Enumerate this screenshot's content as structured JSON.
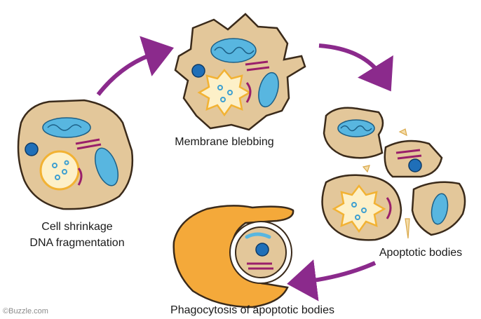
{
  "labels": {
    "cell_shrinkage": "Cell shrinkage",
    "dna_fragmentation": "DNA fragmentation",
    "membrane_blebbing": "Membrane blebbing",
    "apoptotic_bodies": "Apoptotic bodies",
    "phagocytosis": "Phagocytosis of apoptotic bodies"
  },
  "watermark": "©Buzzle.com",
  "colors": {
    "cell_fill": "#e3c79a",
    "cell_outline": "#3a2a1a",
    "mitochondria": "#58b6e0",
    "nucleus": "#1f6fb8",
    "fragment_fill": "#fdf0c8",
    "fragment_outline": "#f2b233",
    "er_lines": "#9a1f6a",
    "arrow": "#8b2a8c",
    "phagocyte": "#f4a93a"
  }
}
